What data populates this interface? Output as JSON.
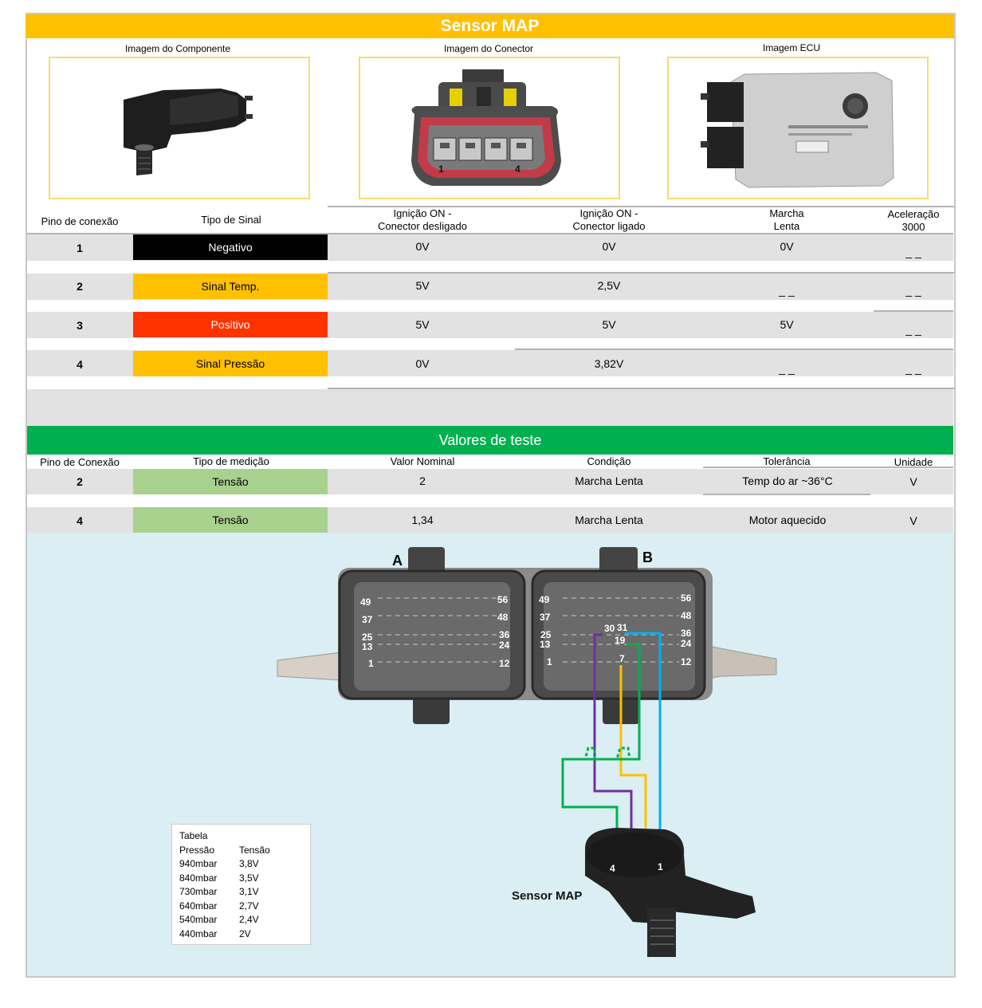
{
  "title": "Sensor MAP",
  "images": {
    "component_label": "Imagem do Componente",
    "connector_label": "Imagem do Conector",
    "ecu_label": "Imagem ECU",
    "connector_pin_first": "1",
    "connector_pin_last": "4"
  },
  "signal_table": {
    "headers": {
      "pin": "Pino de conexão",
      "signal_type": "Tipo de Sinal",
      "ign_off": "Ignição ON -\nConector desligado",
      "ign_on": "Ignição ON -\nConector ligado",
      "idle": "Marcha\nLenta",
      "accel": "Aceleração\n3000"
    },
    "rows": [
      {
        "pin": "1",
        "type": "Negativo",
        "color": "#000000",
        "text_color": "#ffffff",
        "ign_off": "0V",
        "ign_on": "0V",
        "idle": "0V",
        "accel": "_ _"
      },
      {
        "pin": "2",
        "type": "Sinal Temp.",
        "color": "#ffc000",
        "text_color": "#000000",
        "ign_off": "5V",
        "ign_on": "2,5V",
        "idle": "_ _",
        "accel": "_ _"
      },
      {
        "pin": "3",
        "type": "Positivo",
        "color": "#ff3300",
        "text_color": "#ffffff",
        "ign_off": "5V",
        "ign_on": "5V",
        "idle": "5V",
        "accel": "_ _"
      },
      {
        "pin": "4",
        "type": "Sinal Pressão",
        "color": "#ffc000",
        "text_color": "#000000",
        "ign_off": "0V",
        "ign_on": "3,82V",
        "idle": "_ _",
        "accel": "_ _"
      }
    ]
  },
  "test_values": {
    "title": "Valores de teste",
    "headers": {
      "pin": "Pino de Conexão",
      "measure": "Tipo de medição",
      "nominal": "Valor Nominal",
      "condition": "Condição",
      "tolerance": "Tolerância",
      "unit": "Unidade"
    },
    "rows": [
      {
        "pin": "2",
        "measure": "Tensão",
        "nominal": "2",
        "condition": "Marcha Lenta",
        "tolerance": "Temp do ar ~36°C",
        "unit": "V"
      },
      {
        "pin": "4",
        "measure": "Tensão",
        "nominal": "1,34",
        "condition": "Marcha Lenta",
        "tolerance": "Motor aquecido",
        "unit": "V"
      }
    ],
    "measure_color": "#a9d18e"
  },
  "diagram": {
    "connector_a": "A",
    "connector_b": "B",
    "a_pins": {
      "top_left": "49",
      "top_right": "56",
      "r2_left": "37",
      "r2_right": "48",
      "r3_left": "25",
      "r3_right": "36",
      "r4_left": "13",
      "r4_right": "24",
      "bottom_left": "1",
      "bottom_right": "12"
    },
    "b_pins": {
      "top_left": "49",
      "top_right": "56",
      "r2_left": "37",
      "r2_right": "48",
      "r3_left": "25",
      "r3_right": "36",
      "r4_left": "13",
      "r4_right": "24",
      "bottom_left": "1",
      "bottom_right": "12",
      "p30": "30",
      "p31": "31",
      "p19": "19",
      "p7": "7"
    },
    "sensor_label": "Sensor MAP",
    "sensor_pin_left": "4",
    "sensor_pin_right": "1",
    "wire_colors": {
      "purple": "#7030a0",
      "blue": "#00b0f0",
      "yellow": "#ffc000",
      "green": "#00b050"
    }
  },
  "pressure_table": {
    "title": "Tabela",
    "col_pressure": "Pressão",
    "col_voltage": "Tensão",
    "rows": [
      {
        "pressure": "940mbar",
        "voltage": "3,8V"
      },
      {
        "pressure": "840mbar",
        "voltage": "3,5V"
      },
      {
        "pressure": "730mbar",
        "voltage": "3,1V"
      },
      {
        "pressure": "640mbar",
        "voltage": "2,7V"
      },
      {
        "pressure": "540mbar",
        "voltage": "2,4V"
      },
      {
        "pressure": "440mbar",
        "voltage": "2V"
      }
    ]
  }
}
